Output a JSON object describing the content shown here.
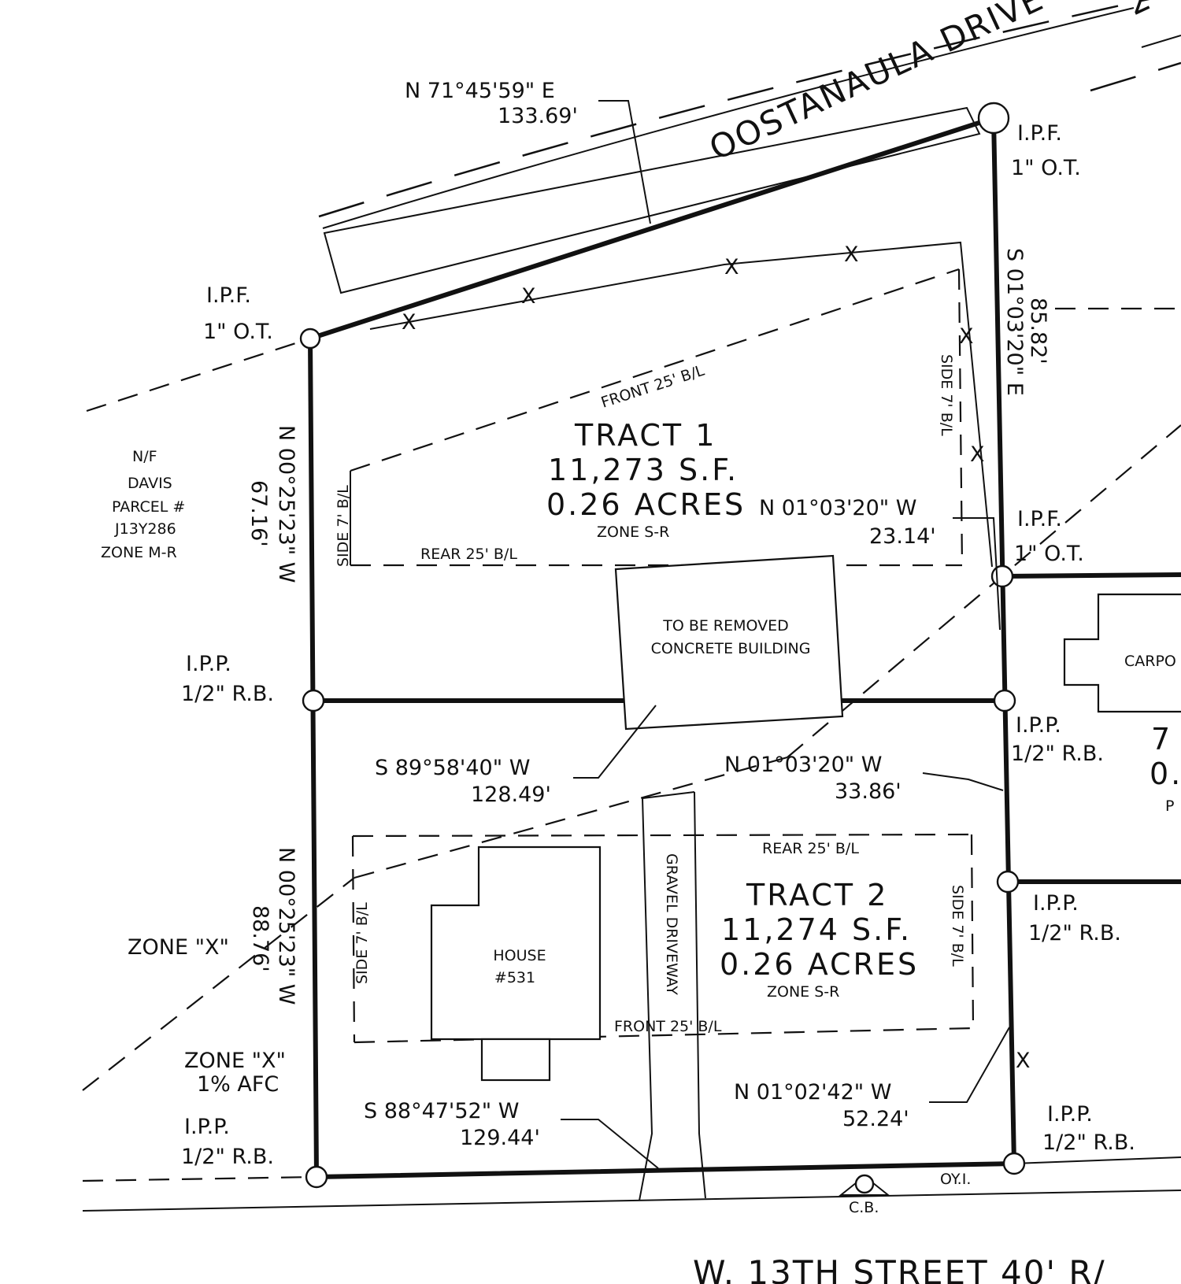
{
  "street_north": "OOSTANAULA DRIVE",
  "street_north_suffix": "2",
  "street_south": "W. 13TH STREET 40' R/",
  "tracts": [
    {
      "name": "TRACT 1",
      "area_sf": "11,273 S.F.",
      "acres": "0.26 ACRES",
      "zone": "ZONE S-R"
    },
    {
      "name": "TRACT 2",
      "area_sf": "11,274 S.F.",
      "acres": "0.26 ACRES",
      "zone": "ZONE S-R"
    }
  ],
  "setbacks": {
    "front": "FRONT 25' B/L",
    "rear": "REAR 25' B/L",
    "side": "SIDE 7' B/L"
  },
  "bearings": {
    "north_line": {
      "bearing": "N 71°45'59\" E",
      "distance": "133.69'"
    },
    "east_upper": {
      "bearing": "S 01°03'20\" E",
      "distance": "85.82'"
    },
    "west_upper": {
      "bearing": "N 00°25'23\" W",
      "distance": "67.16'"
    },
    "east_mid": {
      "bearing": "N 01°03'20\" W",
      "distance": "23.14'"
    },
    "divide_line": {
      "bearing": "S 89°58'40\" W",
      "distance": "128.49'"
    },
    "east_lower1": {
      "bearing": "N 01°03'20\" W",
      "distance": "33.86'"
    },
    "west_lower": {
      "bearing": "N 00°25'23\" W",
      "distance": "88.76'"
    },
    "east_lower2": {
      "bearing": "N 01°02'42\" W",
      "distance": "52.24'"
    },
    "south_line": {
      "bearing": "S 88°47'52\" W",
      "distance": "129.44'"
    }
  },
  "corners": {
    "ipf": "I.P.F.",
    "ipf_size": "1\" O.T.",
    "ipp": "I.P.P.",
    "ipp_size": "1/2\" R.B."
  },
  "neighbor_west": [
    "N/F",
    "DAVIS",
    "PARCEL #",
    "J13Y286",
    "ZONE M-R"
  ],
  "structures": {
    "concrete_building": [
      "TO BE REMOVED",
      "CONCRETE BUILDING"
    ],
    "house": [
      "HOUSE",
      "#531"
    ],
    "driveway": "GRAVEL DRIVEWAY",
    "carport": "CARPO"
  },
  "flood_zones": {
    "zone_x": "ZONE \"X\"",
    "zone_x_afc": "ZONE \"X\"",
    "afc": "1% AFC"
  },
  "misc": {
    "fence_mark": "X",
    "utility": "OY.I.",
    "catch_basin": "C.B.",
    "east_cut_1": "7",
    "east_cut_2": "0.",
    "east_cut_3": "P"
  }
}
